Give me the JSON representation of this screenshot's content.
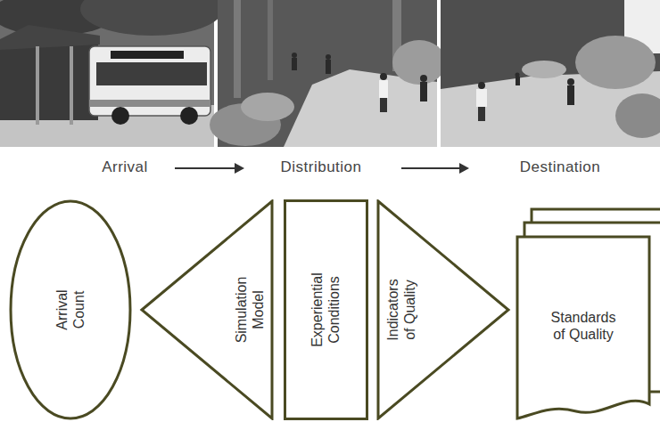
{
  "diagram": {
    "nodes": [
      {
        "text": [
          "Arrival Count"
        ]
      },
      {
        "text": [
          "Simulation Model"
        ]
      },
      {
        "text": [
          "Experiential Conditions"
        ]
      },
      {
        "text": [
          "Indicators of Quality"
        ]
      },
      {
        "text": [
          "Standards of Quality"
        ]
      }
    ],
    "labels": [
      "Arrival",
      "Distribution",
      "Destination"
    ]
  }
}
